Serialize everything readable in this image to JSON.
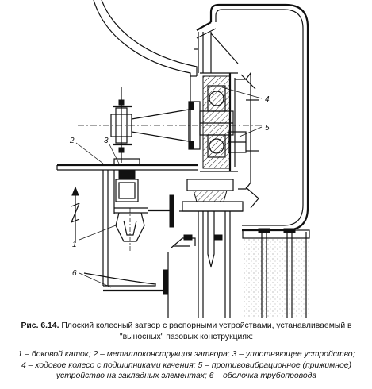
{
  "figure": {
    "labels": {
      "l1": "1",
      "l2": "2",
      "l3": "3",
      "l4": "4",
      "l5": "5",
      "l6": "6"
    }
  },
  "caption": {
    "number": "Рис. 6.14.",
    "text": " Плоский колесный затвор с распорными устройствами, устанавливаемый в \"выносных\" пазовых конструкциях:"
  },
  "legend": {
    "line1": "1 – боковой каток; 2 – металлоконструкция затвора; 3 – уплотняющее устройство;",
    "line2": "4 – ходовое колесо с подшипниками качения; 5 – противовибрационное (прижимное)",
    "line3": "устройство на закладных элементах; 6 – оболочка  трубопровода"
  }
}
